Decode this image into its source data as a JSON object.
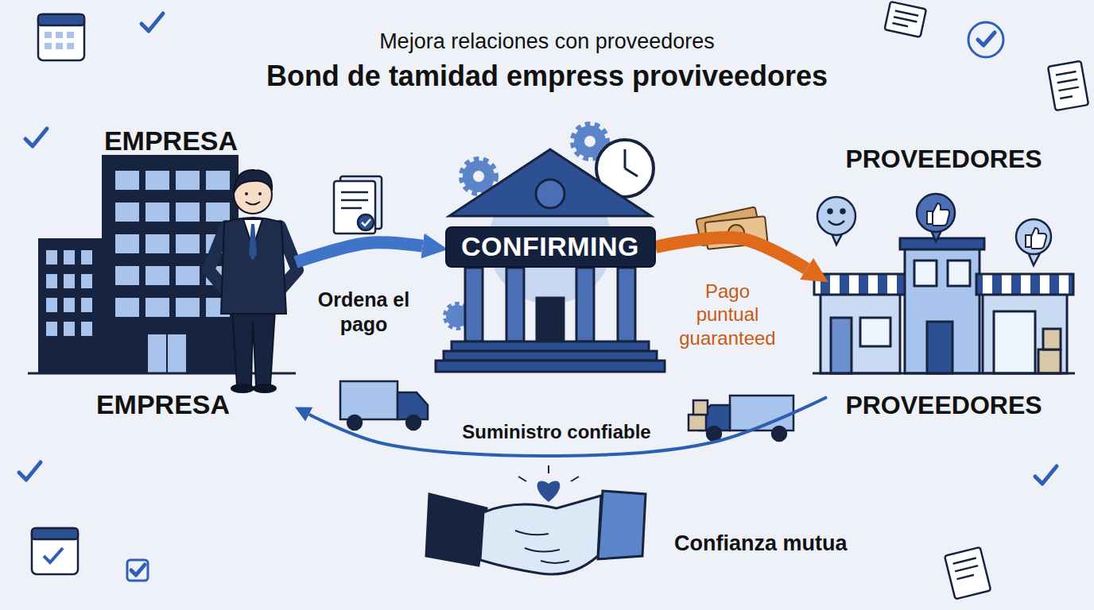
{
  "diagram": {
    "title": "Bond de tamidad empress proviveedores",
    "nodes": [
      {
        "text": [
          "EMPRESA",
          "EMPRESA"
        ]
      },
      {
        "text": [
          "CONFIRMING"
        ]
      },
      {
        "text": [
          "PROVEEDORES",
          "PROVEEDORES"
        ]
      }
    ],
    "edges": [
      {
        "from": 0,
        "to": 1,
        "label": "Ordena el pago",
        "arrow": "to"
      },
      {
        "from": 1,
        "to": 2,
        "label": "Pago puntual guaranteed",
        "arrow": "to"
      },
      {
        "from": 2,
        "to": 0,
        "label": "Suministro confiable",
        "arrow": "to"
      }
    ],
    "labels": [
      "Mejora relaciones con proveedores",
      "Confianza mutua"
    ]
  }
}
